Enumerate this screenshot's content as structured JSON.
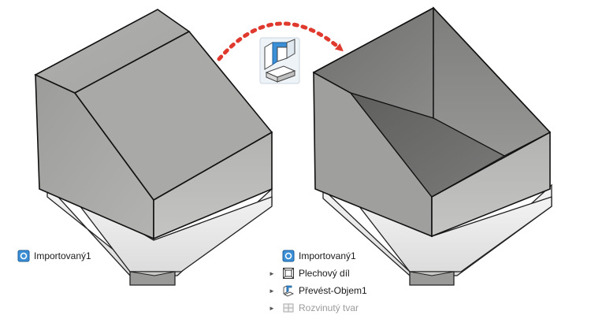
{
  "left_tree": {
    "items": [
      {
        "label": "Importovaný1",
        "icon": "imported-body-icon"
      }
    ]
  },
  "right_tree": {
    "items": [
      {
        "label": "Importovaný1",
        "icon": "imported-body-icon",
        "expandable": false
      },
      {
        "label": "Plechový díl",
        "icon": "sheet-metal-icon",
        "expandable": true
      },
      {
        "label": "Převést-Objem1",
        "icon": "convert-to-sheet-metal-icon",
        "expandable": true
      },
      {
        "label": "Rozvinutý tvar",
        "icon": "flat-pattern-icon",
        "expandable": true,
        "disabled": true
      }
    ]
  },
  "colors": {
    "accent_red": "#e03a2f",
    "icon_blue": "#3a8fd6",
    "part_gray": "#a9a9a7",
    "part_edge": "#111111"
  }
}
